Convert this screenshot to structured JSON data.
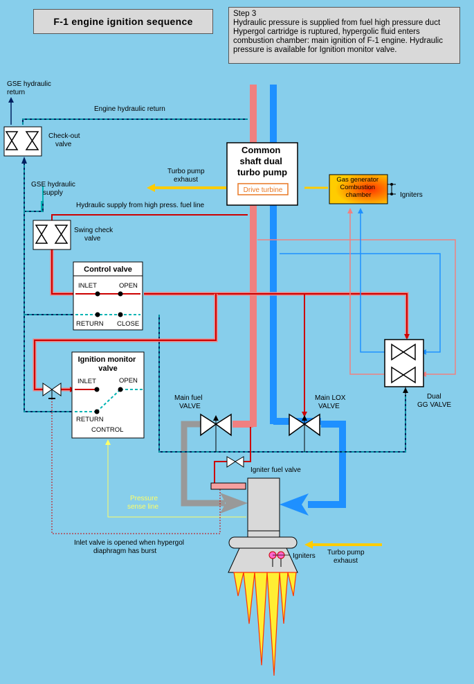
{
  "title": "F-1 engine ignition sequence",
  "step": {
    "heading": "Step 3",
    "lines": [
      "Hydraulic pressure is supplied from fuel high pressure duct",
      "Hypergol cartridge is ruptured, hypergolic fluid enters",
      "combustion chamber: main ignition of F-1 engine. Hydraulic",
      "pressure is available for Ignition monitor valve."
    ]
  },
  "labels": {
    "gse_return": [
      "GSE hydraulic",
      "return"
    ],
    "engine_return": "Engine hydraulic return",
    "checkout_valve": [
      "Check-out",
      "valve"
    ],
    "turbopump": [
      "Common",
      "shaft dual",
      "turbo pump"
    ],
    "drive_turbine": "Drive turbine",
    "tp_exhaust_top": [
      "Turbo pump",
      "exhaust"
    ],
    "gas_generator": [
      "Gas generator",
      "Combustion",
      "chamber"
    ],
    "igniters_gg": "Igniters",
    "gse_supply": [
      "GSE hydraulic",
      "supply"
    ],
    "hyd_supply": "Hydraulic supply from high press. fuel line",
    "swing_check": [
      "Swing check",
      "valve"
    ],
    "control_valve": {
      "title": "Control valve",
      "inlet": "INLET",
      "open": "OPEN",
      "return": "RETURN",
      "close": "CLOSE"
    },
    "ignition_monitor": {
      "title": [
        "Ignition monitor",
        "valve"
      ],
      "inlet": "INLET",
      "open": "OPEN",
      "return": "RETURN",
      "control": "CONTROL"
    },
    "main_fuel": [
      "Main fuel",
      "VALVE"
    ],
    "main_lox": [
      "Main LOX",
      "VALVE"
    ],
    "dual_gg": [
      "Dual",
      "GG VALVE"
    ],
    "igniter_fuel": "Igniter fuel valve",
    "pressure_sense": [
      "Pressure",
      "sense line"
    ],
    "inlet_note": [
      "Inlet valve is opened when hypergol",
      "diaphragm has burst"
    ],
    "igniters_chamber": "Igniters",
    "tp_exhaust_bottom": [
      "Turbo pump",
      "exhaust"
    ]
  },
  "colors": {
    "background": "#87ceeb",
    "fuel": "#f08080",
    "lox": "#1e90ff",
    "hydraulic_pressure": "#cc0000",
    "hydraulic_return": "#00b4b4",
    "exhaust": "#ffcc00",
    "sense_line": "#ffff66",
    "gas_generator": "#ff9900"
  }
}
